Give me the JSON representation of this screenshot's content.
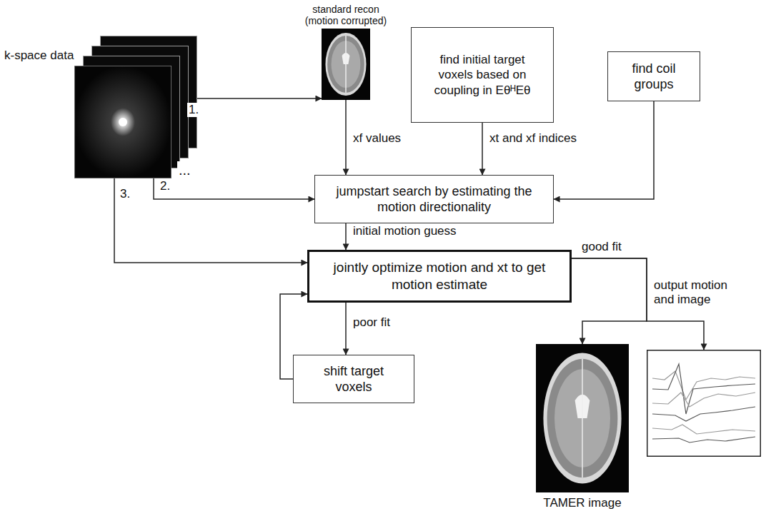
{
  "diagram": {
    "nodes": [
      {
        "text": [
          "k-space data"
        ]
      },
      {
        "text": [
          "standard recon (motion corrupted)"
        ]
      },
      {
        "text": [
          "find initial target voxels based on coupling in EθᴴEθ"
        ]
      },
      {
        "text": [
          "find coil groups"
        ]
      },
      {
        "text": [
          "jumpstart search by estimating the motion directionality"
        ]
      },
      {
        "text": [
          "jointly optimize motion and xt to get motion estimate"
        ]
      },
      {
        "text": [
          "shift target voxels"
        ]
      },
      {
        "text": [
          "TAMER image"
        ]
      },
      {
        "text": []
      }
    ],
    "edges": [
      {
        "from": 0,
        "to": 1,
        "arrow": "to",
        "label": "1."
      },
      {
        "from": 1,
        "to": 4,
        "arrow": "to",
        "label": "xf values"
      },
      {
        "from": 2,
        "to": 4,
        "arrow": "to",
        "label": "xt and xf indices"
      },
      {
        "from": 3,
        "to": 4,
        "arrow": "to"
      },
      {
        "from": 0,
        "to": 4,
        "arrow": "to",
        "label": "2."
      },
      {
        "from": 4,
        "to": 5,
        "arrow": "to",
        "label": "initial motion guess"
      },
      {
        "from": 0,
        "to": 5,
        "arrow": "to",
        "label": "3."
      },
      {
        "from": 5,
        "to": 6,
        "arrow": "to",
        "label": "poor fit"
      },
      {
        "from": 6,
        "to": 5,
        "arrow": "to"
      },
      {
        "from": 5,
        "to": 7,
        "arrow": "to",
        "label": "good fit"
      },
      {
        "from": 5,
        "to": 8,
        "arrow": "to",
        "label": "output motion and image"
      }
    ],
    "labels": [
      "..."
    ]
  }
}
